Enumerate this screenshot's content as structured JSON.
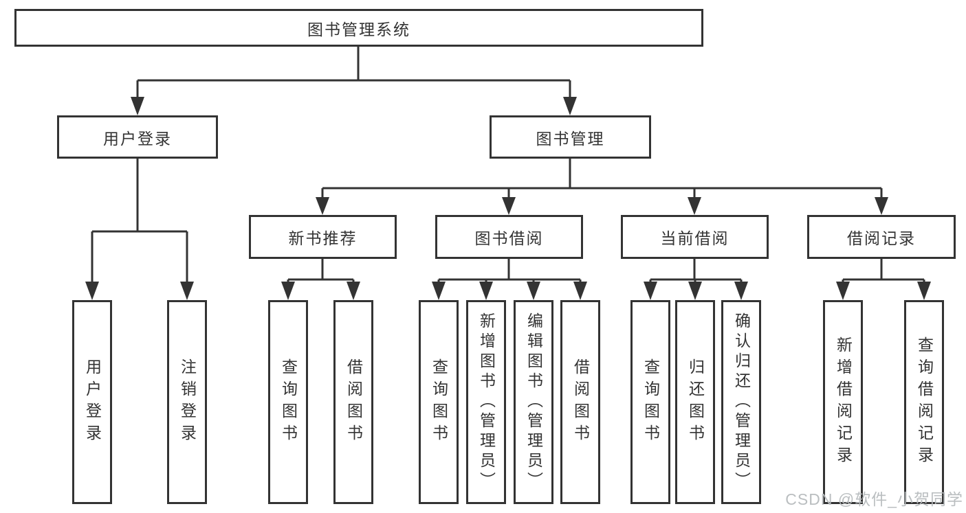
{
  "diagram": {
    "root": {
      "label": "图书管理系统"
    },
    "branches": [
      {
        "label": "用户登录",
        "leaves": [
          {
            "label": "用户登录"
          },
          {
            "label": "注销登录"
          }
        ]
      },
      {
        "label": "图书管理",
        "groups": [
          {
            "label": "新书推荐",
            "leaves": [
              {
                "label": "查询图书"
              },
              {
                "label": "借阅图书"
              }
            ]
          },
          {
            "label": "图书借阅",
            "leaves": [
              {
                "label": "查询图书"
              },
              {
                "label": "新增图书（管理员）"
              },
              {
                "label": "编辑图书（管理员）"
              },
              {
                "label": "借阅图书"
              }
            ]
          },
          {
            "label": "当前借阅",
            "leaves": [
              {
                "label": "查询图书"
              },
              {
                "label": "归还图书"
              },
              {
                "label": "确认归还（管理员）"
              }
            ]
          },
          {
            "label": "借阅记录",
            "leaves": [
              {
                "label": "新增借阅记录"
              },
              {
                "label": "查询借阅记录"
              }
            ]
          }
        ]
      }
    ]
  },
  "watermark": {
    "text": "CSDN @软件_小贺同学"
  },
  "colors": {
    "line": "#333333",
    "box_border": "#333333",
    "box_fill": "#ffffff",
    "text": "#333333",
    "watermark": "#b6babd",
    "background": "#ffffff"
  }
}
